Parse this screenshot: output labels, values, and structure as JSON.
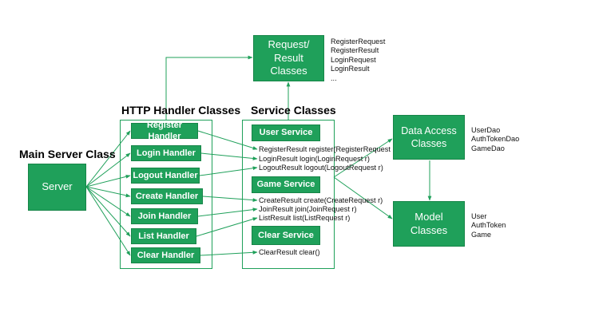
{
  "colors": {
    "box": "#1fa05a",
    "box_text": "#ffffff",
    "arrow": "#1fa05a"
  },
  "headings": {
    "main_server": "Main Server Class",
    "http_handlers": "HTTP Handler Classes",
    "services": "Service Classes"
  },
  "boxes": {
    "server": "Server",
    "request_result": "Request/\nResult\nClasses",
    "data_access": "Data Access\nClasses",
    "model": "Model\nClasses"
  },
  "handlers": [
    "Register Handler",
    "Login Handler",
    "Logout Handler",
    "Create Handler",
    "Join Handler",
    "List Handler",
    "Clear Handler"
  ],
  "services": [
    "User Service",
    "Game Service",
    "Clear Service"
  ],
  "methods": [
    "RegisterResult register(RegisterRequest r)",
    "LoginResult login(LoginRequest r)",
    "LogoutResult logout(LogoutRequest r)",
    "CreateResult create(CreateRequest r)",
    "JoinResult join(JoinRequest r)",
    "ListResult list(ListRequest r)",
    "ClearResult clear()"
  ],
  "notes": {
    "request_result": "RegisterRequest\nRegisterResult\nLoginRequest\nLoginResult\n...",
    "data_access": "UserDao\nAuthTokenDao\nGameDao",
    "model": "User\nAuthToken\nGame"
  }
}
